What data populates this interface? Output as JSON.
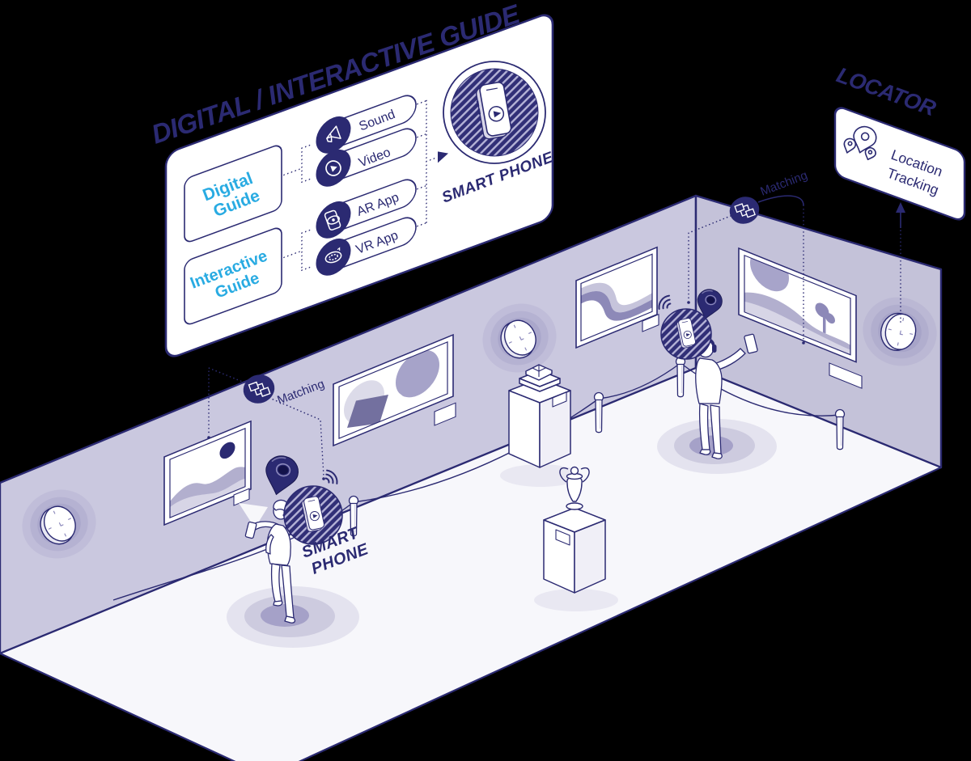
{
  "guide_panel": {
    "title": "DIGITAL / INTERACTIVE GUIDE",
    "boxes": [
      [
        "Digital",
        "Guide"
      ],
      [
        "Interactive",
        "Guide"
      ]
    ],
    "pills": [
      "Sound",
      "Video",
      "AR App",
      "VR App"
    ],
    "pill_icons": [
      "speaker-icon",
      "play-icon",
      "ar-phone-eye-icon",
      "vr-360-icon"
    ],
    "smartphone_label": "SMART PHONE",
    "smartphone_icon": "isometric-smartphone-icon"
  },
  "locator_panel": {
    "title": "LOCATOR",
    "lines": [
      "Location",
      "Tracking"
    ],
    "icon": "location-pins-icon"
  },
  "scene": {
    "matching_left": "Matching",
    "matching_right": "Matching",
    "smartphone_lines": [
      "SMART",
      "PHONE"
    ],
    "icons": [
      "matching-badge-icon",
      "smartphone-hatch-badge-icon",
      "wifi-icon",
      "location-pin-icon",
      "wall-beacon-icon"
    ]
  },
  "colors": {
    "navy": "#2b2a72",
    "cyan": "#29abe2",
    "wall_left": "#cac8df",
    "wall_right": "#c4c2d9",
    "floor": "#f7f7fb",
    "art_mid": "#b2afce",
    "art_dark": "#73709f",
    "art_light": "#d7d5e6",
    "hatch_fill": "#312f77",
    "background": "#000000"
  }
}
